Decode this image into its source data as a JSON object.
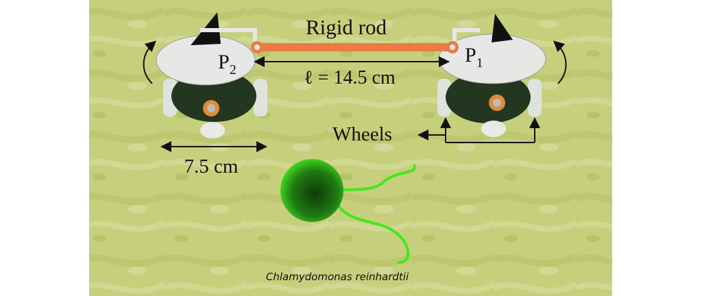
{
  "labels": {
    "rod": "Rigid rod",
    "p2": "P",
    "p2_sub": "2",
    "p1": "P",
    "p1_sub": "1",
    "length": "ℓ = 14.5 cm",
    "wheels": "Wheels",
    "width": "7.5 cm",
    "caption": "Chlamydomonas reinhardtii"
  },
  "colors": {
    "background": "#c8d27e",
    "rod": "#ec7a45",
    "algae": "#3de01a",
    "robot_top": "#e6e8e6",
    "robot_body": "#23361f"
  }
}
